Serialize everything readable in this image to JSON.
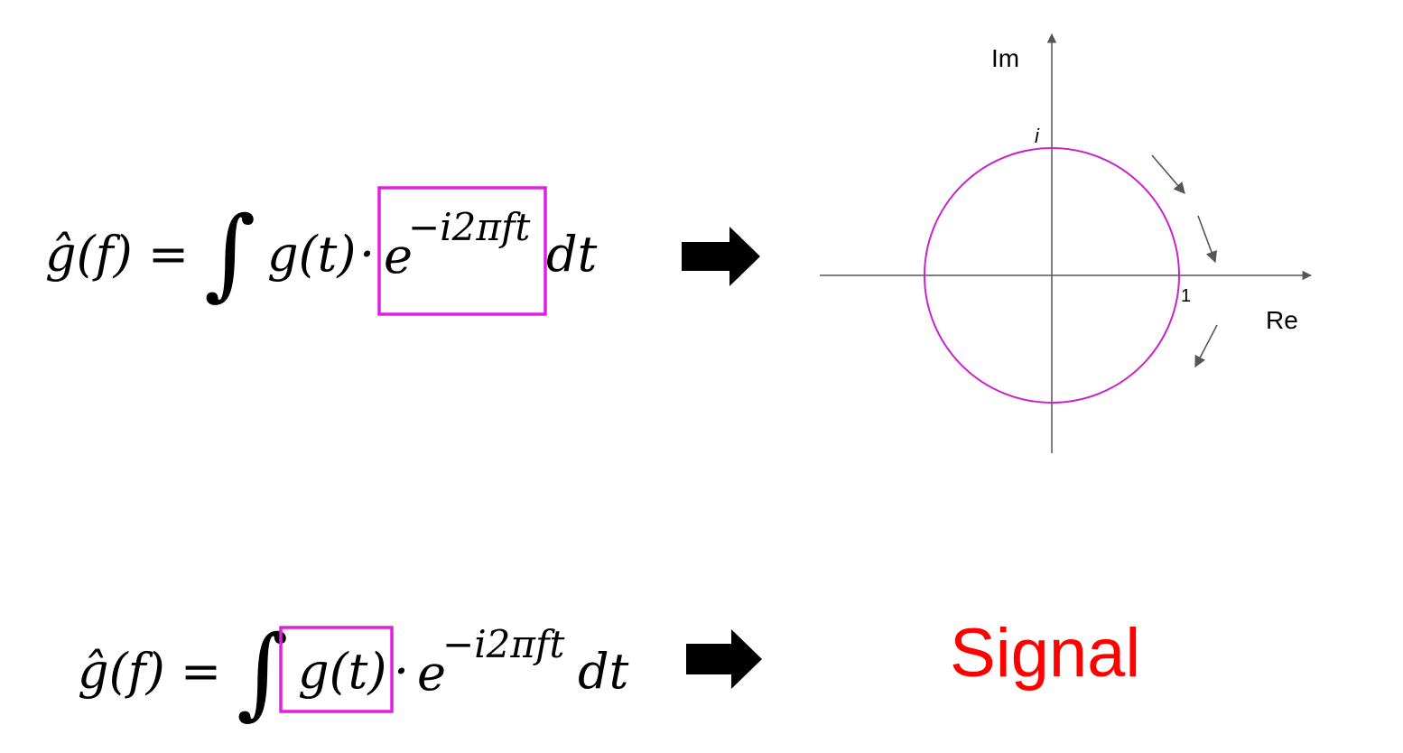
{
  "formula_top": {
    "lhs": "ĝ(f) =",
    "integral": "∫",
    "signal": "g(t)",
    "dot": "·",
    "base": "e",
    "exponent": "−i2πft",
    "dt": "dt"
  },
  "formula_bottom": {
    "lhs": "ĝ(f) =",
    "integral": "∫",
    "signal": "g(t)",
    "dot": "·",
    "base": "e",
    "exponent": "−i2πft",
    "dt": "dt"
  },
  "plane": {
    "axis_y_label": "Im",
    "axis_x_label": "Re",
    "point_i_label": "i",
    "point_1_label": "1"
  },
  "result_label": "Signal",
  "colors": {
    "highlight": "#e020e0",
    "circle": "#cc22cc",
    "axis": "#555555",
    "arrow": "#000000",
    "result": "#ff0000"
  }
}
